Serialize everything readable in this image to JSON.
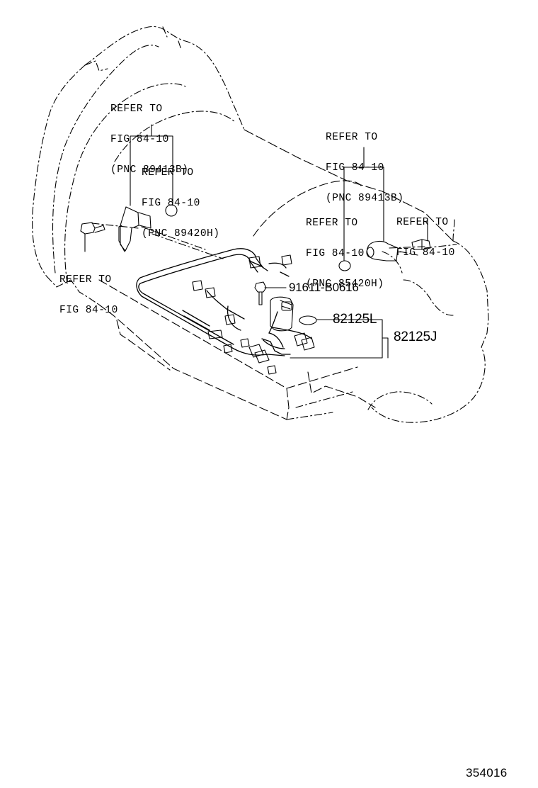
{
  "callouts": [
    {
      "id": "ref-top-left",
      "lines": [
        "REFER TO",
        "FIG 84-10",
        "(PNC 89413B)"
      ]
    },
    {
      "id": "ref-center-left",
      "lines": [
        "REFER TO",
        "FIG 84-10",
        "(PNC 89420H)"
      ]
    },
    {
      "id": "ref-top-right",
      "lines": [
        "REFER TO",
        "FIG 84-10",
        "(PNC 89413B)"
      ]
    },
    {
      "id": "ref-center-right",
      "lines": [
        "REFER TO",
        "FIG 84-10",
        "(PNC 85420H)"
      ]
    },
    {
      "id": "ref-far-right",
      "lines": [
        "REFER TO",
        "FIG 84-10"
      ]
    },
    {
      "id": "ref-left",
      "lines": [
        "REFER TO",
        "FIG 84-10"
      ]
    }
  ],
  "part_numbers": {
    "bolt": "91611-B0616",
    "o_ring": "82125L",
    "harness": "82125J"
  },
  "figure_number": "354016"
}
